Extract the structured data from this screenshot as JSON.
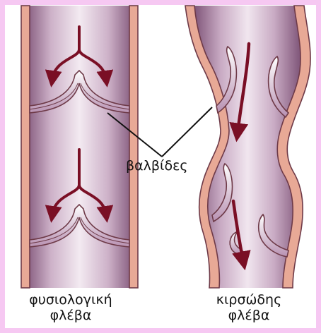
{
  "labels": {
    "valves": "βαλβίδες",
    "normal_vein": [
      "φυσιολογική",
      "φλέβα"
    ],
    "varicose_vein": [
      "κιρσώδης",
      "φλέβα"
    ]
  },
  "colors": {
    "page_border": "#f6c8f2",
    "vein_wall": "#e8a996",
    "vein_outline": "#6e3a48",
    "vein_lumen": "#cfb0c9",
    "vein_lumen_dark": "#8a6183",
    "arrow": "#7a0f25",
    "pointer_line": "#111111"
  }
}
